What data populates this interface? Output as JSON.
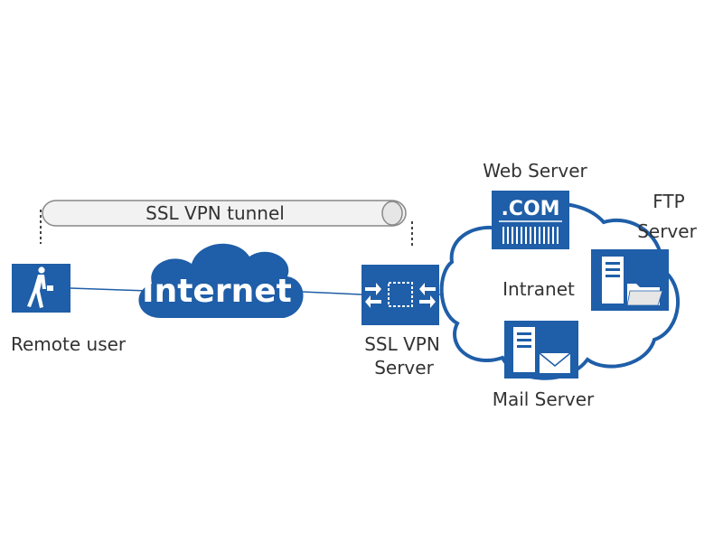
{
  "tunnel": {
    "label": "SSL VPN tunnel"
  },
  "internet": {
    "label": "Internet"
  },
  "remote_user": {
    "label": "Remote user"
  },
  "vpn_server": {
    "line1": "SSL VPN",
    "line2": "Server"
  },
  "intranet": {
    "label": "Intranet"
  },
  "web_server": {
    "label": "Web Server",
    "badge": ".COM"
  },
  "ftp_server": {
    "line1": "FTP",
    "line2": "Server"
  },
  "mail_server": {
    "label": "Mail Server"
  },
  "colors": {
    "primary": "#1f5ea8",
    "tunnel_fill": "#f2f2f2",
    "tunnel_stroke": "#888888",
    "text": "#333333"
  }
}
